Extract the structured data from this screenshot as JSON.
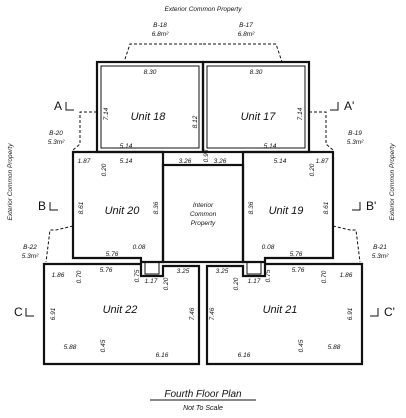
{
  "plan": {
    "title": "Fourth Floor Plan",
    "subtitle": "Not To Scale",
    "exterior_top": "Exterior Common Property",
    "exterior_left": "Exterior Common Property",
    "exterior_right": "Exterior Common Property",
    "interior_line1": "Interior",
    "interior_line2": "Common",
    "interior_line3": "Property"
  },
  "sections": {
    "a": "A",
    "a_prime": "A'",
    "b": "B",
    "b_prime": "B'",
    "c": "C",
    "c_prime": "C'"
  },
  "units": {
    "u18": "Unit 18",
    "u17": "Unit 17",
    "u20": "Unit 20",
    "u19": "Unit 19",
    "u22": "Unit 22",
    "u21": "Unit 21"
  },
  "balconies": {
    "b18_name": "B-18",
    "b18_area": "6.8m²",
    "b17_name": "B-17",
    "b17_area": "6.8m²",
    "b20_name": "B-20",
    "b20_area": "5.3m²",
    "b19_name": "B-19",
    "b19_area": "5.3m²",
    "b22_name": "B-22",
    "b22_area": "5.3m²",
    "b21_name": "B-21",
    "b21_area": "5.3m²"
  },
  "dims": {
    "d830a": "8.30",
    "d830b": "8.30",
    "d714a": "7.14",
    "d714b": "7.14",
    "d812": "8.12",
    "d514a": "5.14",
    "d514b": "5.14",
    "d326a": "3.26",
    "d326b": "3.26",
    "d098": "0.98",
    "d187a": "1.87",
    "d187b": "1.87",
    "d514c": "5.14",
    "d514d": "5.14",
    "d020a": "0.20",
    "d020b": "0.20",
    "d861a": "8.61",
    "d861b": "8.61",
    "d836a": "8.36",
    "d836b": "8.36",
    "d576a": "5.76",
    "d576b": "5.76",
    "d008a": "0.08",
    "d008b": "0.08",
    "d186a": "1.86",
    "d186b": "1.86",
    "d070a": "0.70",
    "d070b": "0.70",
    "d576c": "5.76",
    "d576d": "5.76",
    "d075a": "0.75",
    "d075b": "0.75",
    "d117a": "1.17",
    "d117b": "1.17",
    "d325a": "3.25",
    "d325b": "3.25",
    "d020c": "0.20",
    "d020d": "0.20",
    "d691a": "6.91",
    "d691b": "6.91",
    "d746a": "7.46",
    "d746b": "7.46",
    "d045a": "0.45",
    "d045b": "0.45",
    "d588a": "5.88",
    "d588b": "5.88",
    "d616a": "6.16",
    "d616b": "6.16"
  }
}
